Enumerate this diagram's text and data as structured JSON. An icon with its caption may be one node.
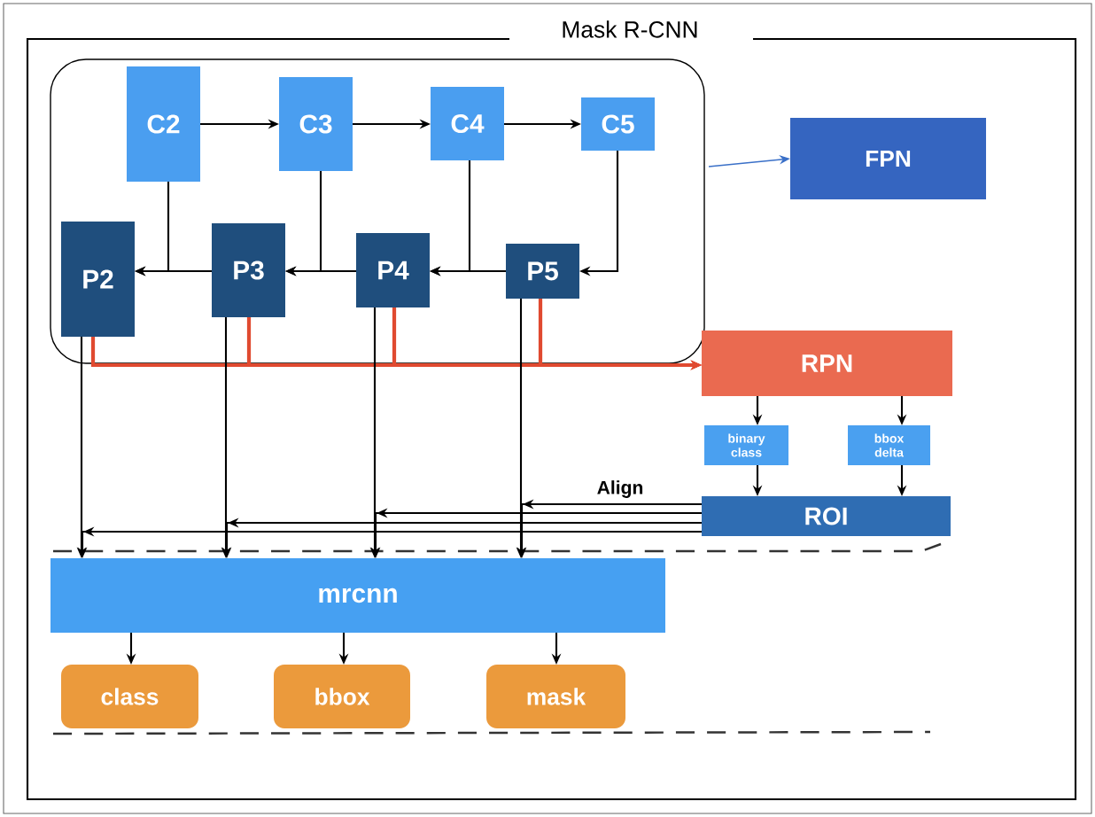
{
  "diagram": {
    "title": "Mask R-CNN",
    "nodes": [
      {
        "text": [],
        "shape": "box"
      },
      {
        "text": [
          "C2"
        ],
        "in": 0
      },
      {
        "text": [
          "C3"
        ],
        "in": 0
      },
      {
        "text": [
          "C4"
        ],
        "in": 0
      },
      {
        "text": [
          "C5"
        ],
        "in": 0
      },
      {
        "text": [
          "P2"
        ],
        "in": 0
      },
      {
        "text": [
          "P3"
        ],
        "in": 0
      },
      {
        "text": [
          "P4"
        ],
        "in": 0
      },
      {
        "text": [
          "P5"
        ],
        "in": 0
      },
      {
        "text": [
          "FPN"
        ]
      },
      {
        "text": [
          "RPN"
        ]
      },
      {
        "text": [
          "binary class"
        ]
      },
      {
        "text": [
          "bbox delta"
        ]
      },
      {
        "text": [
          "ROI"
        ]
      },
      {
        "text": [
          "mrcnn"
        ]
      },
      {
        "text": [
          "class"
        ]
      },
      {
        "text": [
          "bbox"
        ]
      },
      {
        "text": [
          "mask"
        ]
      }
    ],
    "edges": [
      {
        "from": 1,
        "to": 2,
        "arrow": "to"
      },
      {
        "from": 2,
        "to": 3,
        "arrow": "to"
      },
      {
        "from": 3,
        "to": 4,
        "arrow": "to"
      },
      {
        "from": 4,
        "to": 8,
        "arrow": "to"
      },
      {
        "from": 8,
        "to": 7,
        "arrow": "to"
      },
      {
        "from": 3,
        "to": 7,
        "arrow": "to"
      },
      {
        "from": 7,
        "to": 6,
        "arrow": "to"
      },
      {
        "from": 2,
        "to": 6,
        "arrow": "to"
      },
      {
        "from": 6,
        "to": 5,
        "arrow": "to"
      },
      {
        "from": 1,
        "to": 5,
        "arrow": "to"
      },
      {
        "from": 0,
        "to": 9,
        "arrow": "to",
        "color": "#3a70c8"
      },
      {
        "from": 5,
        "to": 10,
        "arrow": "to",
        "style": "thick",
        "color": "#e04a30"
      },
      {
        "from": 6,
        "to": 10,
        "arrow": "to",
        "style": "thick",
        "color": "#e04a30"
      },
      {
        "from": 7,
        "to": 10,
        "arrow": "to",
        "style": "thick",
        "color": "#e04a30"
      },
      {
        "from": 8,
        "to": 10,
        "arrow": "to",
        "style": "thick",
        "color": "#e04a30"
      },
      {
        "from": 10,
        "to": 11,
        "arrow": "to"
      },
      {
        "from": 10,
        "to": 12,
        "arrow": "to"
      },
      {
        "from": 11,
        "to": 13,
        "arrow": "to"
      },
      {
        "from": 12,
        "to": 13,
        "arrow": "to"
      },
      {
        "from": 5,
        "to": 14,
        "arrow": "to"
      },
      {
        "from": 6,
        "to": 14,
        "arrow": "to"
      },
      {
        "from": 7,
        "to": 14,
        "arrow": "to"
      },
      {
        "from": 8,
        "to": 14,
        "arrow": "to"
      },
      {
        "from": 13,
        "to": 14,
        "arrow": "to",
        "label": "Align"
      },
      {
        "from": 13,
        "to": 14,
        "arrow": "to"
      },
      {
        "from": 13,
        "to": 14,
        "arrow": "to"
      },
      {
        "from": 13,
        "to": 14,
        "arrow": "to"
      },
      {
        "from": 14,
        "to": 15,
        "arrow": "to"
      },
      {
        "from": 14,
        "to": 16,
        "arrow": "to"
      },
      {
        "from": 14,
        "to": 17,
        "arrow": "to"
      }
    ]
  }
}
